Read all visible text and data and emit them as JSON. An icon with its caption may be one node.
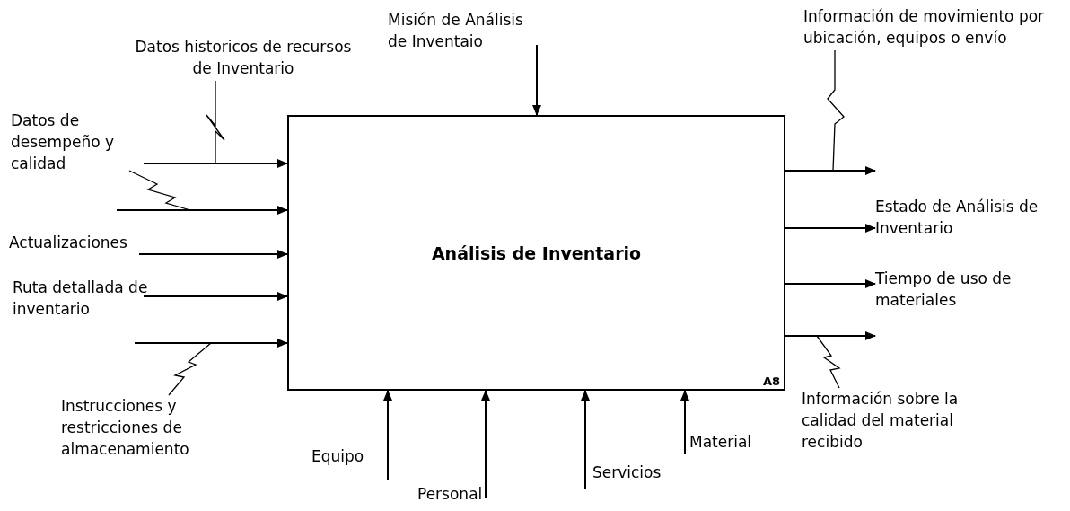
{
  "diagram": {
    "nodes": [
      {
        "text": [
          "Análisis de Inventario",
          "A8"
        ]
      },
      {
        "text": [
          "Datos historicos de recursos de Inventario"
        ]
      },
      {
        "text": [
          "Datos de desempeño y calidad"
        ]
      },
      {
        "text": [
          "Instrucciones y restricciones de almacenamiento"
        ]
      },
      {
        "text": [
          "Información de movimiento por ubicación, equipos o envío"
        ]
      },
      {
        "text": [
          "Información sobre la calidad del material recibido"
        ]
      }
    ],
    "edges": [
      {
        "from": null,
        "to": 0,
        "arrow": "to"
      },
      {
        "from": null,
        "to": 0,
        "arrow": "to"
      },
      {
        "from": null,
        "to": 0,
        "arrow": "to",
        "label": "Actualizaciones"
      },
      {
        "from": null,
        "to": 0,
        "arrow": "to",
        "label": "Ruta detallada de inventario"
      },
      {
        "from": null,
        "to": 0,
        "arrow": "to"
      },
      {
        "from": null,
        "to": 0,
        "arrow": "to",
        "label": "Misión de Análisis de Inventaio"
      },
      {
        "from": 0,
        "to": null,
        "arrow": "to"
      },
      {
        "from": 0,
        "to": null,
        "arrow": "to",
        "label": "Estado de Análisis de Inventario"
      },
      {
        "from": 0,
        "to": null,
        "arrow": "to",
        "label": "Tiempo de uso de materiales"
      },
      {
        "from": 0,
        "to": null,
        "arrow": "to"
      },
      {
        "from": null,
        "to": 0,
        "arrow": "to",
        "label": "Equipo"
      },
      {
        "from": null,
        "to": 0,
        "arrow": "to",
        "label": "Personal"
      },
      {
        "from": null,
        "to": 0,
        "arrow": "to",
        "label": "Servicios"
      },
      {
        "from": null,
        "to": 0,
        "arrow": "to",
        "label": "Material"
      },
      {
        "from": 1,
        "to": null,
        "arrow": "none"
      },
      {
        "from": 2,
        "to": null,
        "arrow": "none"
      },
      {
        "from": 3,
        "to": null,
        "arrow": "none"
      },
      {
        "from": 4,
        "to": null,
        "arrow": "none"
      },
      {
        "from": 5,
        "to": null,
        "arrow": "none"
      }
    ]
  }
}
